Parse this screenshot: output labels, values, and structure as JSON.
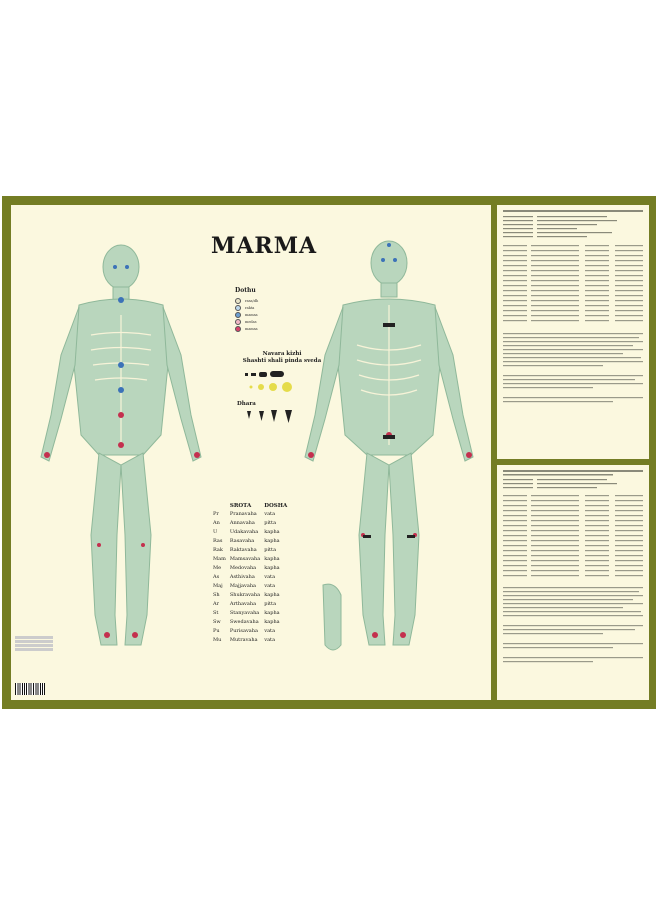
{
  "title": "MARMA",
  "legend": {
    "dhatu_heading": "Dothu",
    "dhatu_items": [
      {
        "label": "rasa/dh",
        "color": "#e8e4c8"
      },
      {
        "label": "rakta",
        "color": "#bcd7ea"
      },
      {
        "label": "mamsa",
        "color": "#6c9fd0"
      },
      {
        "label": "medas",
        "color": "#f2b9c6"
      },
      {
        "label": "mamsa",
        "color": "#d9426a"
      }
    ],
    "narava_line1": "Navara kizhi",
    "narava_line2": "Shashti shali pinda sveda",
    "dhara_heading": "Dhara"
  },
  "srota": {
    "header_srota": "SROTA",
    "header_dosha": "DOSHA",
    "rows": [
      [
        "Pr",
        "Pranavaha",
        "vata"
      ],
      [
        "An",
        "Annavaha",
        "pitta"
      ],
      [
        "U",
        "Udakavaha",
        "kapha"
      ],
      [
        "Ras",
        "Rasavaha",
        "kapha"
      ],
      [
        "Rak",
        "Raktavaha",
        "pitta"
      ],
      [
        "Mam",
        "Mamsavaha",
        "kapha"
      ],
      [
        "Me",
        "Medovaha",
        "kapha"
      ],
      [
        "As",
        "Asthivaha",
        "vata"
      ],
      [
        "Maj",
        "Majjavaha",
        "vata"
      ],
      [
        "Sh",
        "Shukravaha",
        "kapha"
      ],
      [
        "Ar",
        "Arthavaha",
        "pitta"
      ],
      [
        "St",
        "Stanyavaha",
        "kapha"
      ],
      [
        "Sw",
        "Swedavaha",
        "kapha"
      ],
      [
        "Pu",
        "Purisavaha",
        "vata"
      ],
      [
        "Mu",
        "Mutravaha",
        "vata"
      ]
    ]
  },
  "colors": {
    "border": "#747d24",
    "background": "#fbf8df",
    "body": "#b9d6bd",
    "body_stroke": "#8fb89a",
    "marma_red": "#c4304e",
    "marma_blue": "#3c72b8"
  }
}
